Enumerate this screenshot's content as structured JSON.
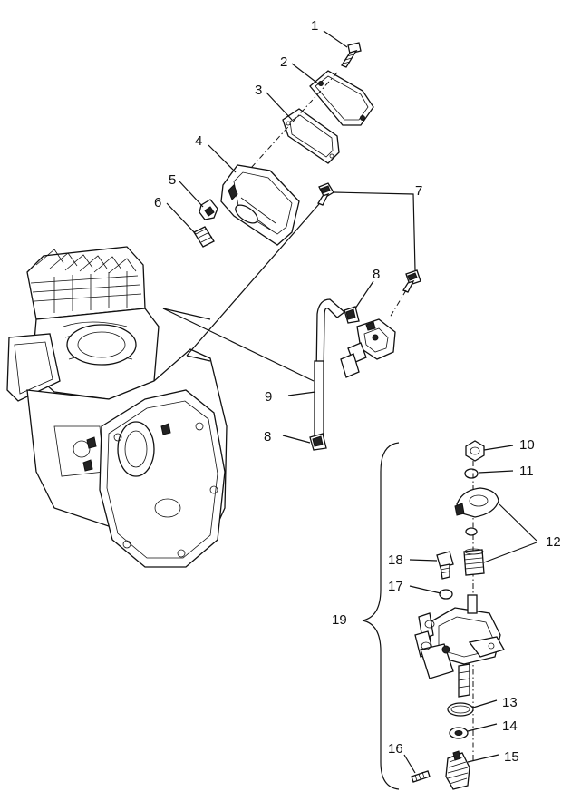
{
  "callouts": {
    "c1": "1",
    "c2": "2",
    "c3": "3",
    "c4": "4",
    "c5": "5",
    "c6": "6",
    "c7": "7",
    "c8a": "8",
    "c8b": "8",
    "c9": "9",
    "c10": "10",
    "c11": "11",
    "c12": "12",
    "c13": "13",
    "c14": "14",
    "c15": "15",
    "c16": "16",
    "c17": "17",
    "c18": "18",
    "c19": "19"
  }
}
